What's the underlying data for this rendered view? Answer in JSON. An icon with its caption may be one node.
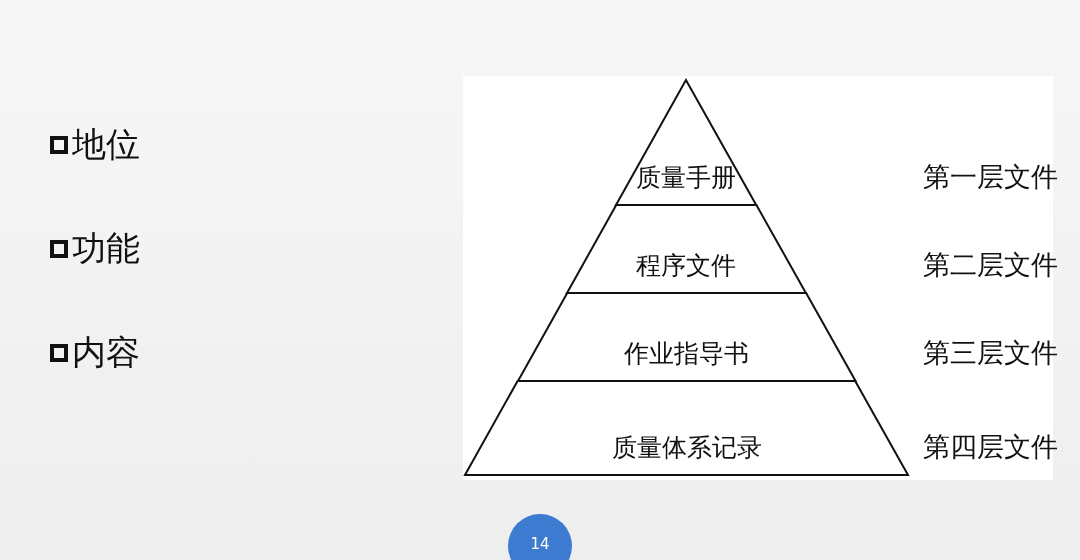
{
  "diagram": {
    "nodes": [
      {
        "text": [
          "质量手册"
        ]
      },
      {
        "text": [
          "程序文件"
        ]
      },
      {
        "text": [
          "作业指导书"
        ]
      },
      {
        "text": [
          "质量体系记录"
        ]
      }
    ],
    "edges": [],
    "labels": [
      "地位",
      "功能",
      "内容",
      "第一层文件",
      "第二层文件",
      "第三层文件",
      "第四层文件",
      "14"
    ]
  }
}
